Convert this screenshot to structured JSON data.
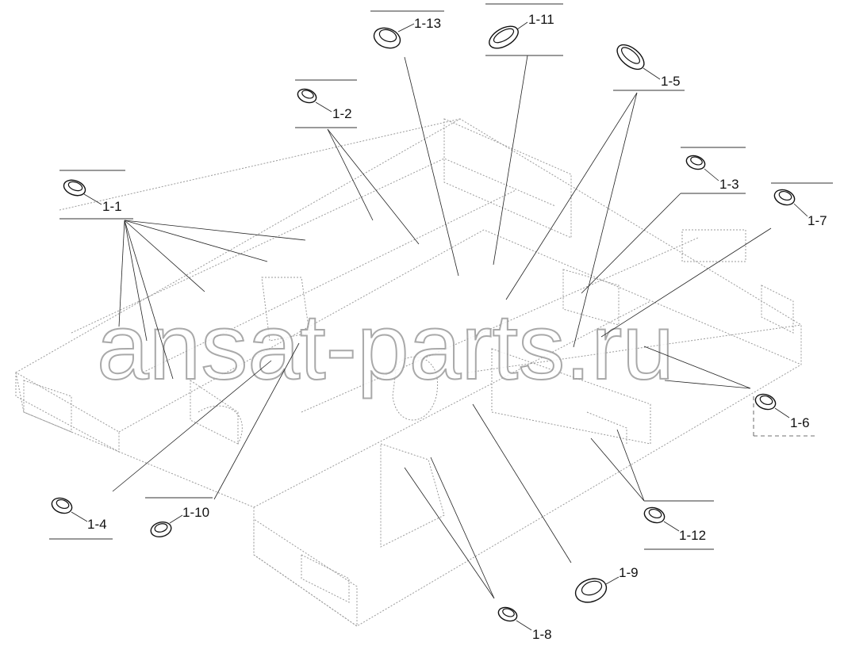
{
  "watermark": {
    "text": "ansat-parts.ru"
  },
  "callouts": [
    {
      "id": "1-1",
      "label": "1-1"
    },
    {
      "id": "1-2",
      "label": "1-2"
    },
    {
      "id": "1-3",
      "label": "1-3"
    },
    {
      "id": "1-4",
      "label": "1-4"
    },
    {
      "id": "1-5",
      "label": "1-5"
    },
    {
      "id": "1-6",
      "label": "1-6"
    },
    {
      "id": "1-7",
      "label": "1-7"
    },
    {
      "id": "1-8",
      "label": "1-8"
    },
    {
      "id": "1-9",
      "label": "1-9"
    },
    {
      "id": "1-10",
      "label": "1-10"
    },
    {
      "id": "1-11",
      "label": "1-11"
    },
    {
      "id": "1-12",
      "label": "1-12"
    },
    {
      "id": "1-13",
      "label": "1-13"
    }
  ],
  "colors": {
    "line": "#222222",
    "frame": "#9a9a9a",
    "watermark_stroke": "#9b9b9b"
  }
}
